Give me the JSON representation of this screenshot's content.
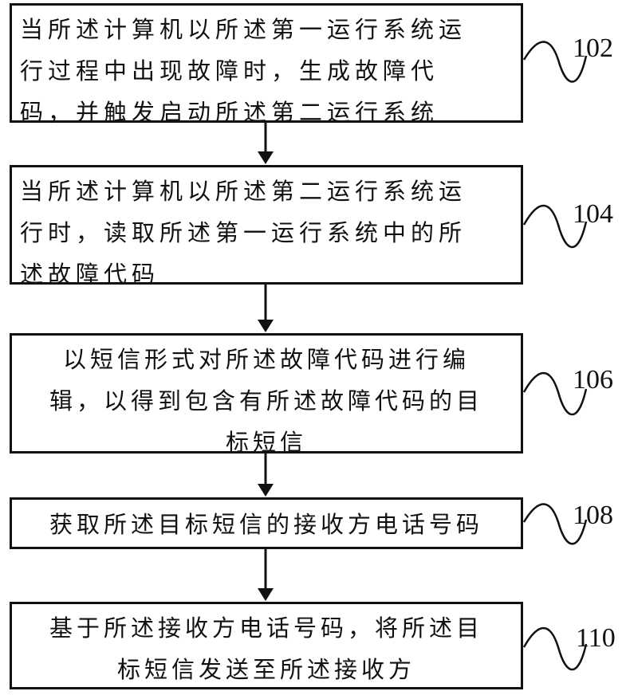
{
  "steps": [
    {
      "id": "102",
      "lines": [
        "当所述计算机以所述第一运行系统运",
        "行过程中出现故障时，生成故障代",
        "码，并触发启动所述第二运行系统"
      ]
    },
    {
      "id": "104",
      "lines": [
        "当所述计算机以所述第二运行系统运",
        "行时，读取所述第一运行系统中的所",
        "述故障代码"
      ]
    },
    {
      "id": "106",
      "lines": [
        "以短信形式对所述故障代码进行编",
        "辑，以得到包含有所述故障代码的目",
        "标短信"
      ]
    },
    {
      "id": "108",
      "lines": [
        "获取所述目标短信的接收方电话号码"
      ]
    },
    {
      "id": "110",
      "lines": [
        "基于所述接收方电话号码，将所述目",
        "标短信发送至所述接收方"
      ]
    }
  ]
}
